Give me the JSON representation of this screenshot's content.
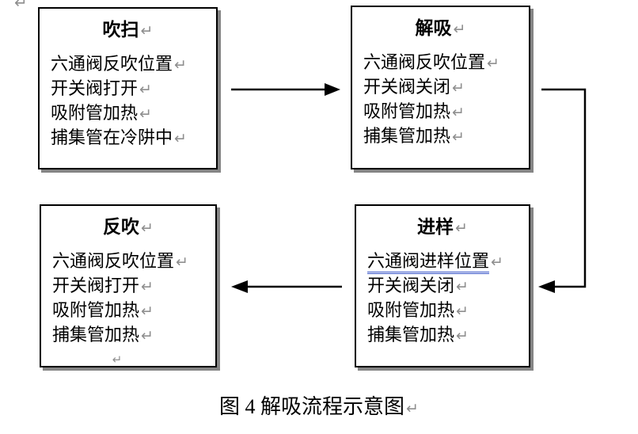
{
  "page": {
    "paragraph_mark": "↵",
    "caption": "图 4 解吸流程示意图"
  },
  "colors": {
    "box_border": "#000000",
    "box_shadow": "#858585",
    "text": "#000000",
    "paragraph_mark": "#8f8f8f",
    "grammar_underline": "#3a56c8",
    "arrow": "#000000"
  },
  "boxes": [
    {
      "id": "purge",
      "title": "吹扫",
      "lines": [
        "六通阀反吹位置",
        "开关阀打开",
        "吸附管加热",
        "捕集管在冷阱中"
      ]
    },
    {
      "id": "desorb",
      "title": "解吸",
      "lines": [
        "六通阀反吹位置",
        "开关阀关闭",
        "吸附管加热",
        "捕集管加热"
      ]
    },
    {
      "id": "backflush",
      "title": "反吹",
      "lines": [
        "六通阀反吹位置",
        "开关阀打开",
        "吸附管加热",
        "捕集管加热"
      ],
      "has_trailing_empty_line": true
    },
    {
      "id": "inject",
      "title": "进样",
      "lines": [
        "六通阀进样位置",
        "开关阀关闭",
        "吸附管加热",
        "捕集管加热"
      ],
      "underlined_line_index": 0
    }
  ],
  "flow": [
    "purge → desorb",
    "desorb → inject",
    "inject → backflush"
  ]
}
